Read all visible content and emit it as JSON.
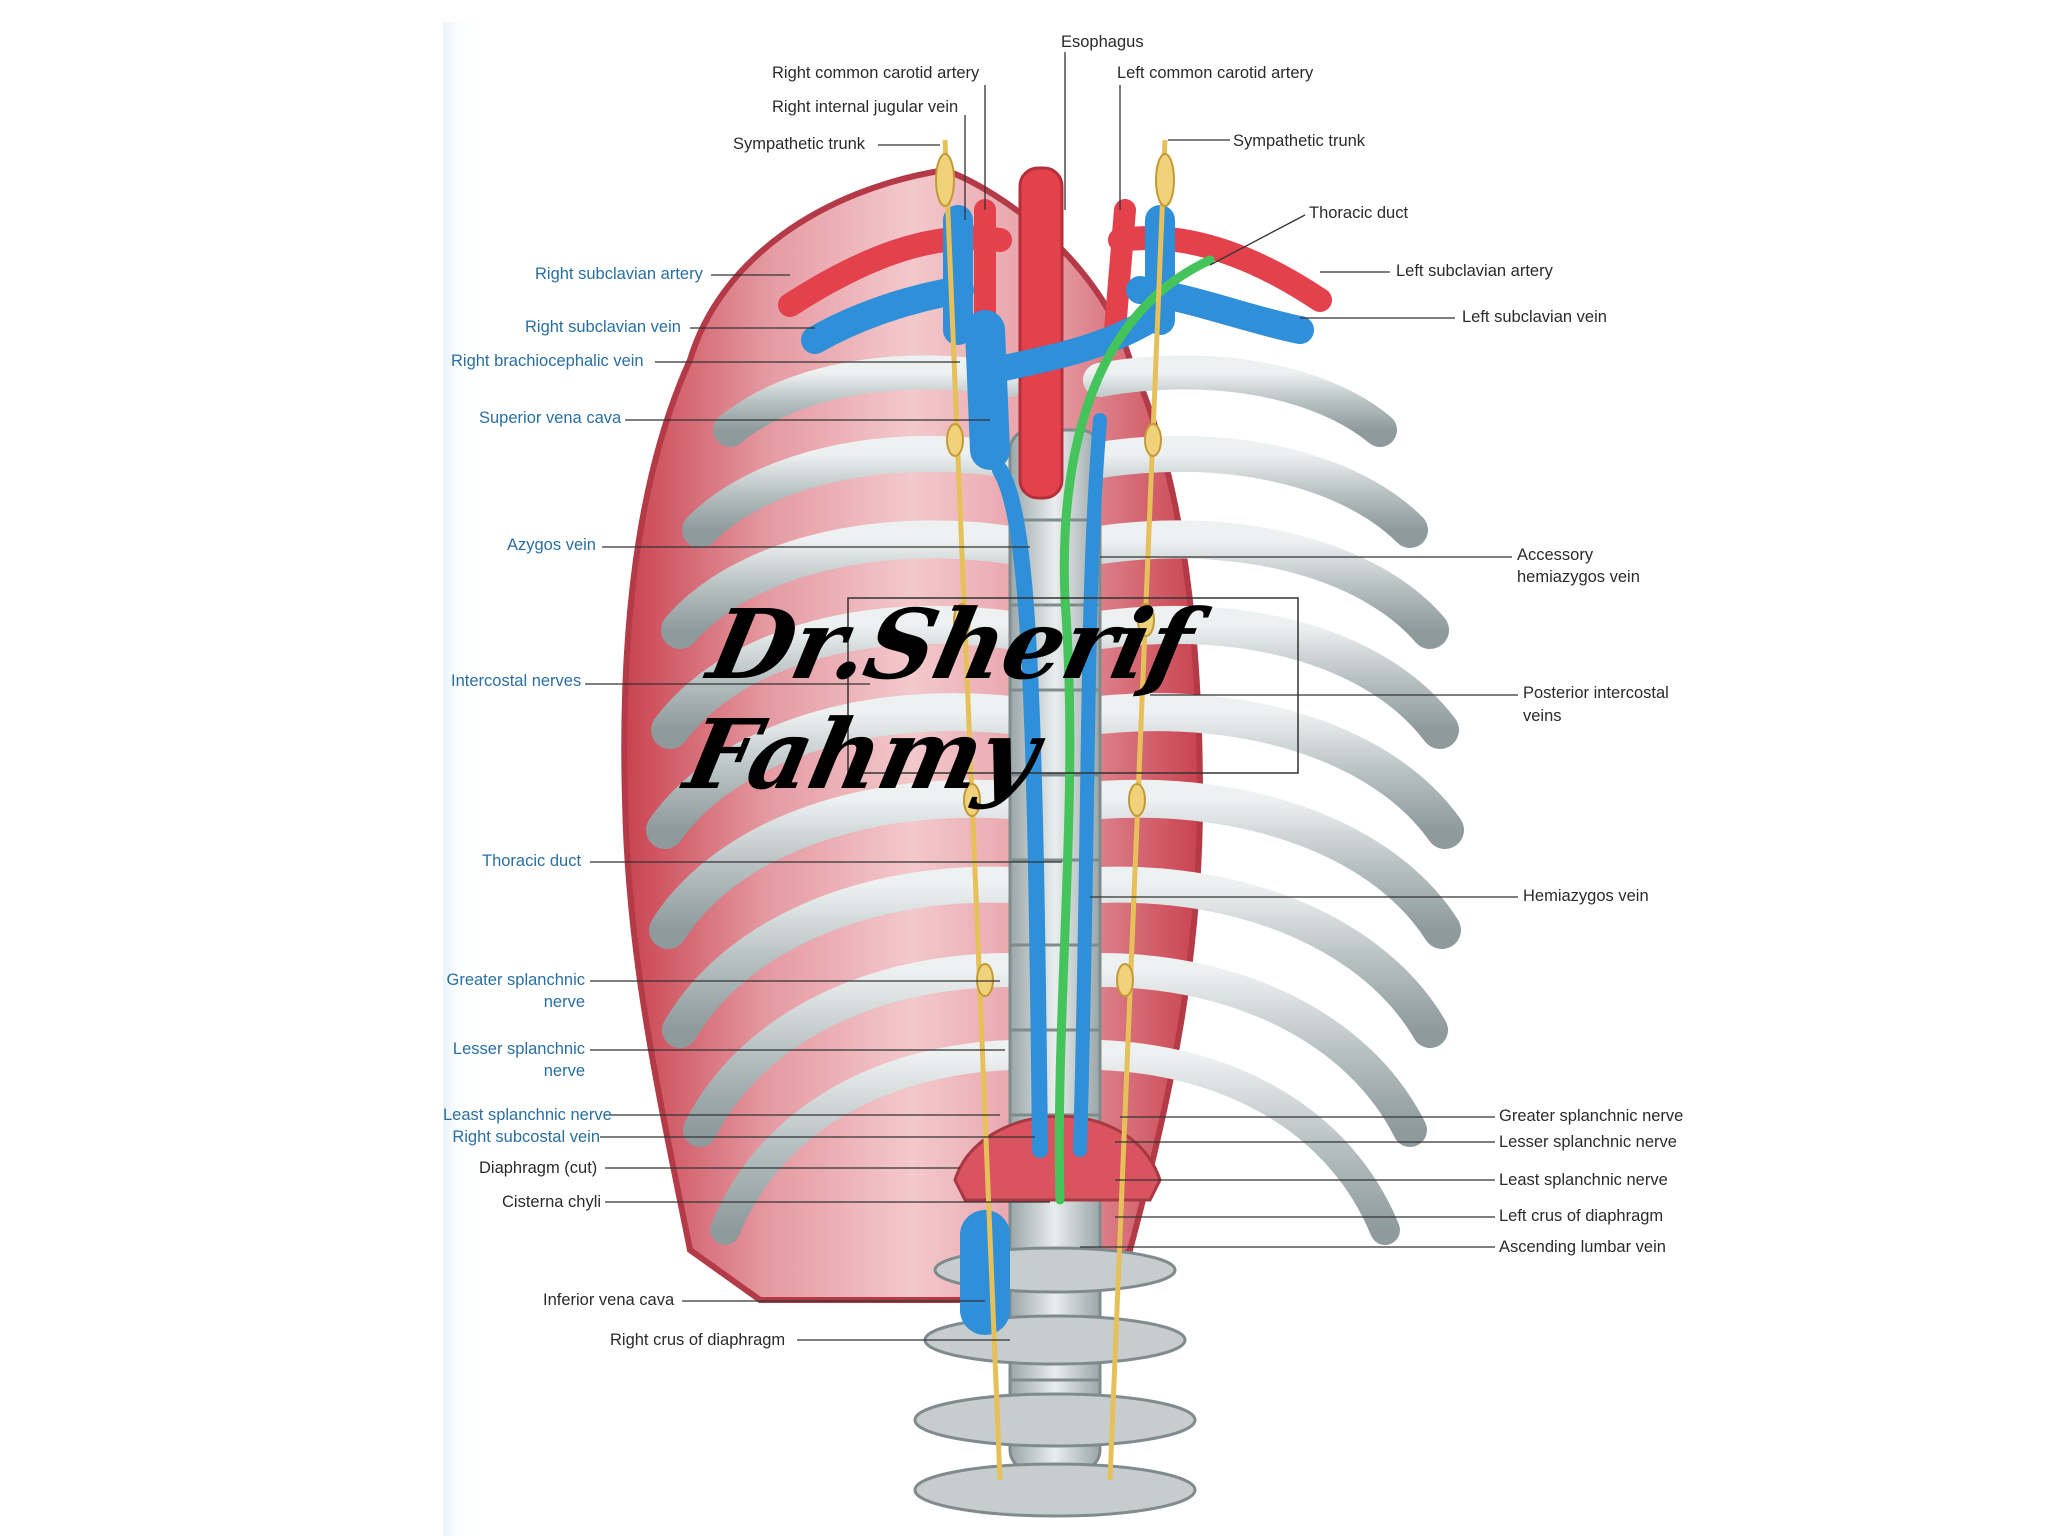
{
  "labels": {
    "esophagus": "Esophagus",
    "right_common_carotid_artery": "Right common carotid artery",
    "left_common_carotid_artery": "Left common carotid artery",
    "right_internal_jugular_vein": "Right internal jugular vein",
    "sympathetic_trunk_right": "Sympathetic trunk",
    "sympathetic_trunk_left": "Sympathetic trunk",
    "thoracic_duct_upper": "Thoracic duct",
    "right_subclavian_artery": "Right subclavian artery",
    "left_subclavian_artery": "Left subclavian artery",
    "right_subclavian_vein": "Right subclavian vein",
    "left_subclavian_vein": "Left subclavian vein",
    "right_brachiocephalic_vein": "Right brachiocephalic vein",
    "superior_vena_cava": "Superior vena cava",
    "azygos_vein": "Azygos vein",
    "accessory_hemiazygos_vein_1": "Accessory",
    "accessory_hemiazygos_vein_2": "hemiazygos vein",
    "intercostal_nerves": "Intercostal nerves",
    "posterior_intercostal_veins_1": "Posterior intercostal",
    "posterior_intercostal_veins_2": "veins",
    "thoracic_duct_lower": "Thoracic duct",
    "hemiazygos_vein": "Hemiazygos vein",
    "greater_splanchnic_left_1": "Greater splanchnic",
    "greater_splanchnic_left_2": "nerve",
    "lesser_splanchnic_left_1": "Lesser splanchnic",
    "lesser_splanchnic_left_2": "nerve",
    "least_splanchnic_left": "Least splanchnic nerve",
    "right_subcostal_vein": "Right subcostal vein",
    "diaphragm_cut": "Diaphragm (cut)",
    "cisterna_chyli": "Cisterna chyli",
    "inferior_vena_cava": "Inferior vena cava",
    "right_crus_of_diaphragm": "Right crus of diaphragm",
    "greater_splanchnic_right": "Greater splanchnic nerve",
    "lesser_splanchnic_right": "Lesser splanchnic nerve",
    "least_splanchnic_right": "Least splanchnic nerve",
    "left_crus_of_diaphragm": "Left crus of diaphragm",
    "ascending_lumbar_vein": "Ascending lumbar vein"
  },
  "watermark": "Dr.Sherif Fahmy",
  "colors": {
    "artery": "#e3414c",
    "vein": "#2f8fd8",
    "nerve": "#e6c15a",
    "lymph": "#44c45a",
    "muscle": "#d2505d",
    "bone": "#c9cfd0",
    "label_blue": "#2a6fa3",
    "label_black": "#2b2b2b"
  }
}
